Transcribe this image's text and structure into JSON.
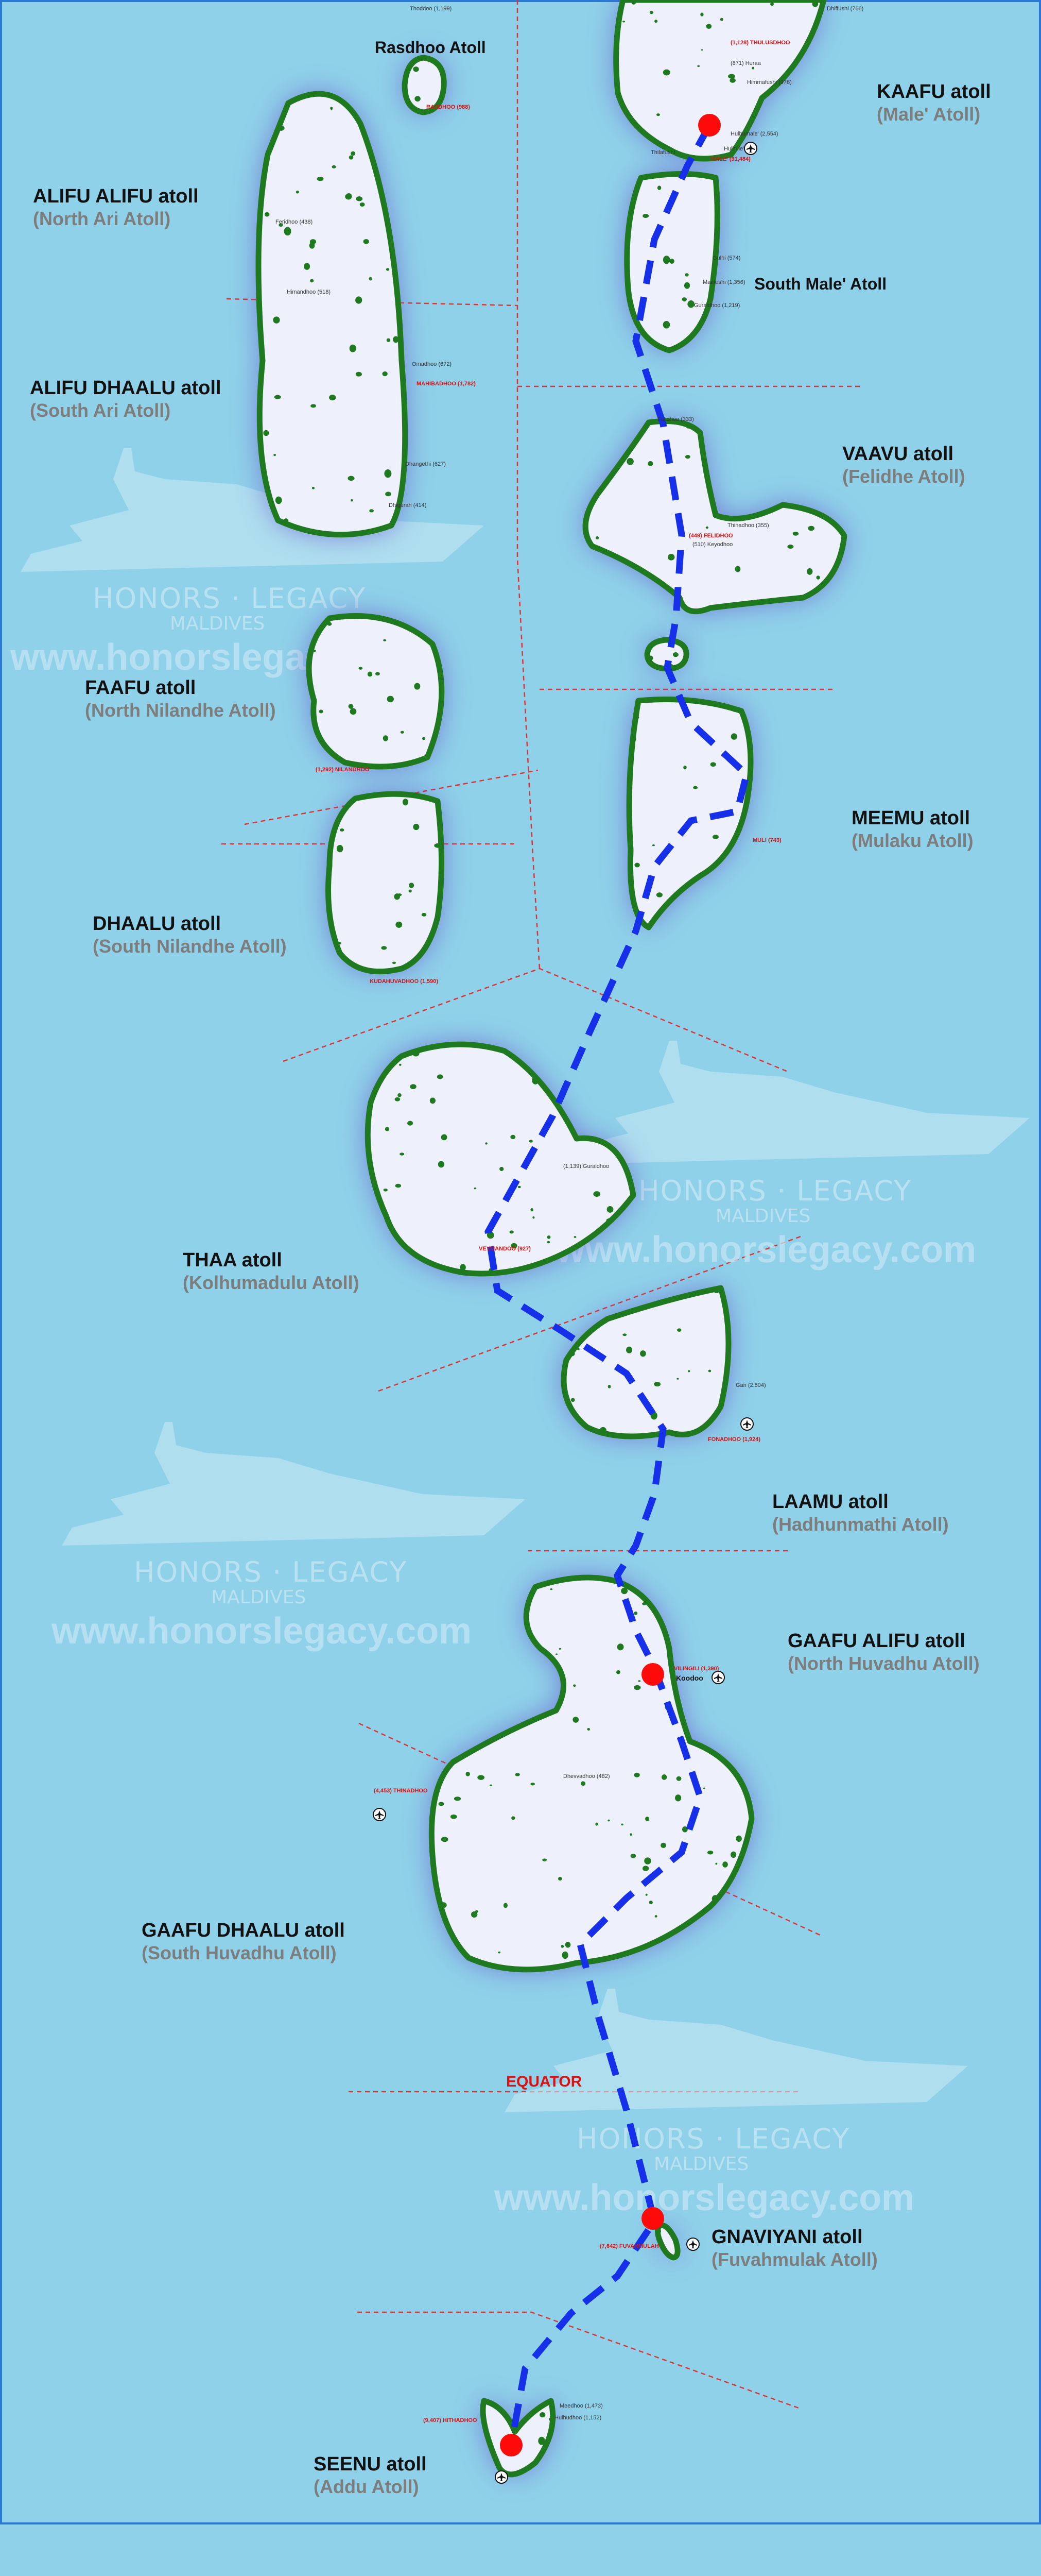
{
  "colors": {
    "sea": "#8fd1e9",
    "land": "#eef0fb",
    "reef": "#1f7a1f",
    "route": "#1530e8",
    "capital": "#e01010",
    "glow": "#6a5acd"
  },
  "atolls": [
    {
      "name": "Rasdhoo Atoll"
    },
    {
      "name": "ALIFU ALIFU atoll",
      "alt": "(North Ari Atoll)"
    },
    {
      "name": "ALIFU DHAALU atoll",
      "alt": "(South Ari Atoll)"
    },
    {
      "name": "KAAFU atoll",
      "alt": "(Male' Atoll)"
    },
    {
      "name": "South Male' Atoll"
    },
    {
      "name": "VAAVU atoll",
      "alt": "(Felidhe Atoll)"
    },
    {
      "name": "FAAFU atoll",
      "alt": "(North Nilandhe Atoll)"
    },
    {
      "name": "MEEMU atoll",
      "alt": "(Mulaku Atoll)"
    },
    {
      "name": "DHAALU atoll",
      "alt": "(South Nilandhe Atoll)"
    },
    {
      "name": "THAA atoll",
      "alt": "(Kolhumadulu Atoll)"
    },
    {
      "name": "LAAMU atoll",
      "alt": "(Hadhunmathi Atoll)"
    },
    {
      "name": "GAAFU ALIFU atoll",
      "alt": "(North Huvadhu Atoll)"
    },
    {
      "name": "GAAFU DHAALU atoll",
      "alt": "(South Huvadhu Atoll)"
    },
    {
      "name": "GNAVIYANI atoll",
      "alt": "(Fuvahmulak Atoll)"
    },
    {
      "name": "SEENU atoll",
      "alt": "(Addu Atoll)"
    }
  ],
  "capitals": [
    "(1,128) THULUSDHOO",
    "MALE' (91,484)",
    "RASDHOO (988)",
    "MAHIBADHOO (1,782)",
    "(449) FELIDHOO",
    "(1,292) NILANDHOO",
    "KUDAHUVADHOO (1,590)",
    "MULI (743)",
    "VEYMANDOO (927)",
    "FONADHOO (1,924)",
    "VILINGILI (1,390)",
    "(4,453) THINADHOO",
    "(7,642) FUVAHMULAH",
    "(9,407) HITHADHOO"
  ],
  "towns": [
    "Thoddoo (1,199)",
    "Dhiffushi (766)",
    "(871) Huraa",
    "Himmafushi (976)",
    "Hulhumale' (2,554)",
    "Hulhule'",
    "Thilafushi",
    "Gulhi (574)",
    "Maafushi (1,356)",
    "Guraidhoo (1,219)",
    "Feridhoo (438)",
    "Himandhoo (518)",
    "Omadhoo (672)",
    "Dhangethi (627)",
    "Dhigurah (414)",
    "Fulidhoo (333)",
    "Thinadhoo (355)",
    "(510) Keyodhoo",
    "(1,139) Guraidhoo",
    "Gan (2,504)",
    "Dhevvadhoo (482)",
    "Meedhoo (1,473)",
    "Hulhudhoo (1,152)"
  ],
  "koodoo": "Koodoo",
  "equator": "EQUATOR",
  "watermark": {
    "brand": "HONORS · LEGACY",
    "sub": "MALDIVES",
    "url": "www.honorslegacy.com"
  }
}
